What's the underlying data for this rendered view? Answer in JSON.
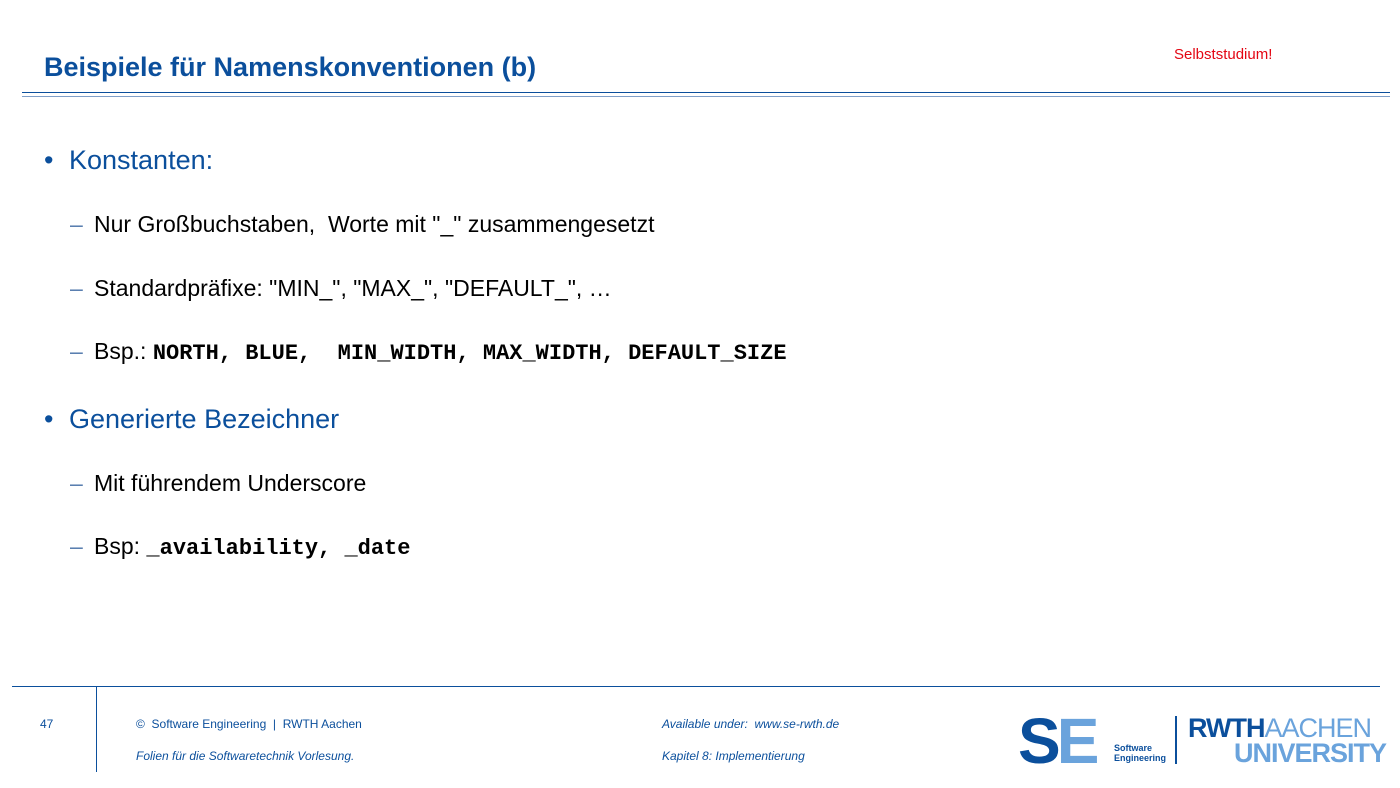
{
  "header": {
    "title": "Beispiele für Namenskonventionen (b)",
    "badge": "Selbststudium!"
  },
  "content": {
    "bullet1": {
      "label": "Konstanten:",
      "sub1": "Nur Großbuchstaben,  Worte mit \"_\" zusammengesetzt",
      "sub2": "Standardpräfixe: \"MIN_\", \"MAX_\", \"DEFAULT_\", …",
      "sub3_prefix": "Bsp.: ",
      "sub3_code": "NORTH, BLUE,  MIN_WIDTH, MAX_WIDTH, DEFAULT_SIZE"
    },
    "bullet2": {
      "label": "Generierte Bezeichner",
      "sub1": "Mit führendem Underscore",
      "sub2_prefix": "Bsp: ",
      "sub2_code": "_availability, _date"
    }
  },
  "footer": {
    "page_number": "47",
    "copyright": "©  Software Engineering  |  RWTH Aachen",
    "course_note": "Folien für die Softwaretechnik Vorlesung.",
    "available": "Available under:  www.se-rwth.de",
    "chapter": "Kapitel 8: Implementierung"
  },
  "logos": {
    "se_letters_s": "S",
    "se_letters_e": "E",
    "se_sub_1": "Software",
    "se_sub_2": "Engineering",
    "rwth": "RWTH",
    "aachen": "AACHEN",
    "university": "UNIVERSITY"
  },
  "colors": {
    "accent": "#0b4f9c",
    "light_accent": "#6aa3dc",
    "badge": "#e30613"
  }
}
